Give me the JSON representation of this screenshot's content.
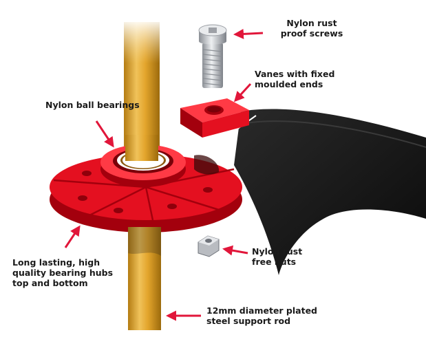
{
  "colors": {
    "rod": "#e0a52a",
    "rod_shadow": "#b07a10",
    "rod_highlight": "#f8e2a6",
    "hub_red": "#e41020",
    "hub_red_dark": "#a3000d",
    "hub_red_light": "#ff3a45",
    "vane_black": "#141414",
    "screw_silver": "#c9ccd0",
    "arrow_red": "#e1163a",
    "label_text": "#1a1a1a"
  },
  "icons": {
    "arrow": "arrow-icon"
  },
  "labels": {
    "screws": {
      "line1": "Nylon rust",
      "line2": "proof screws"
    },
    "vanes": {
      "line1": "Vanes with fixed",
      "line2": "moulded ends"
    },
    "bearings": {
      "line1": "Nylon ball bearings"
    },
    "nuts": {
      "line1": "Nylon rust",
      "line2": "free nuts"
    },
    "hubs": {
      "line1": "Long lasting, high",
      "line2": "quality bearing hubs",
      "line3": "top and bottom"
    },
    "rod": {
      "line1": "12mm diameter plated",
      "line2": "steel support rod"
    }
  }
}
